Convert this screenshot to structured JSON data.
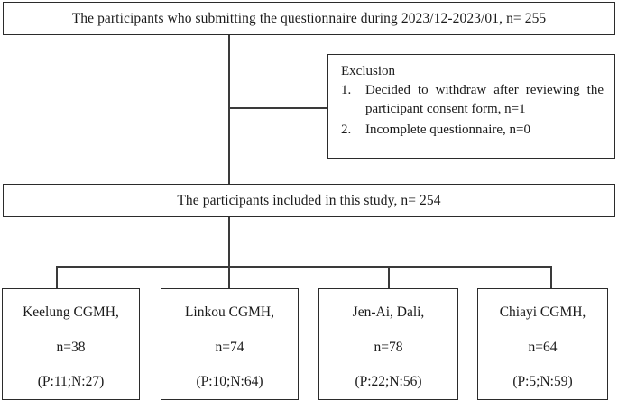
{
  "diagram": {
    "type": "participant-flow-chart",
    "enrolled": {
      "text": "The participants who submitting the questionnaire during 2023/12-2023/01, n= 255"
    },
    "exclusion": {
      "title": "Exclusion",
      "items": [
        {
          "number": "1.",
          "text": "Decided to withdraw after reviewing the participant consent form, n=1"
        },
        {
          "number": "2.",
          "text": "Incomplete questionnaire, n=0"
        }
      ]
    },
    "included": {
      "text": "The participants included in this study, n= 254"
    },
    "sites": [
      {
        "name": "Keelung CGMH,",
        "n": "n=38",
        "breakdown": "(P:11;N:27)"
      },
      {
        "name": "Linkou CGMH,",
        "n": "n=74",
        "breakdown": "(P:10;N:64)"
      },
      {
        "name": "Jen-Ai, Dali,",
        "n": "n=78",
        "breakdown": "(P:22;N:56)"
      },
      {
        "name": "Chiayi CGMH,",
        "n": "n=64",
        "breakdown": "(P:5;N:59)"
      }
    ]
  }
}
